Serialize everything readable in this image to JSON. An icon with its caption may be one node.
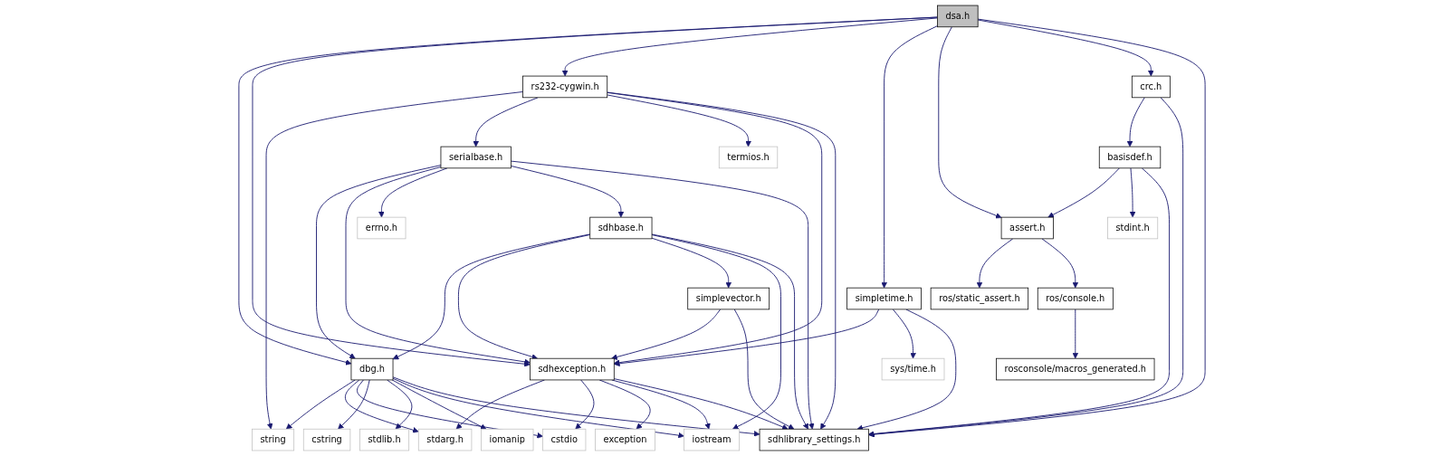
{
  "diagram": {
    "nodes": [
      {
        "text": [
          "dsa.h"
        ]
      },
      {
        "text": [
          "rs232-cygwin.h"
        ]
      },
      {
        "text": [
          "crc.h"
        ]
      },
      {
        "text": [
          "serialbase.h"
        ]
      },
      {
        "text": [
          "termios.h"
        ]
      },
      {
        "text": [
          "basisdef.h"
        ]
      },
      {
        "text": [
          "sdhbase.h"
        ]
      },
      {
        "text": [
          "errno.h"
        ]
      },
      {
        "text": [
          "assert.h"
        ]
      },
      {
        "text": [
          "stdint.h"
        ]
      },
      {
        "text": [
          "dbg.h"
        ]
      },
      {
        "text": [
          "simplevector.h"
        ]
      },
      {
        "text": [
          "simpletime.h"
        ]
      },
      {
        "text": [
          "ros/static_assert.h"
        ]
      },
      {
        "text": [
          "ros/console.h"
        ]
      },
      {
        "text": [
          "string"
        ]
      },
      {
        "text": [
          "cstring"
        ]
      },
      {
        "text": [
          "stdlib.h"
        ]
      },
      {
        "text": [
          "iomanip"
        ]
      },
      {
        "text": [
          "sdhexception.h"
        ]
      },
      {
        "text": [
          "sys/time.h"
        ]
      },
      {
        "text": [
          "rosconsole/macros_generated.h"
        ]
      },
      {
        "text": [
          "stdarg.h"
        ]
      },
      {
        "text": [
          "cstdio"
        ]
      },
      {
        "text": [
          "exception"
        ]
      },
      {
        "text": [
          "iostream"
        ]
      },
      {
        "text": [
          "sdhlibrary_settings.h"
        ]
      }
    ],
    "edges": [
      {
        "from": 0,
        "to": 10,
        "arrow": "to"
      },
      {
        "from": 0,
        "to": 19,
        "arrow": "to"
      },
      {
        "from": 0,
        "to": 1,
        "arrow": "to"
      },
      {
        "from": 0,
        "to": 12,
        "arrow": "to"
      },
      {
        "from": 0,
        "to": 8,
        "arrow": "to"
      },
      {
        "from": 0,
        "to": 2,
        "arrow": "to"
      },
      {
        "from": 0,
        "to": 26,
        "arrow": "to"
      },
      {
        "from": 1,
        "to": 15,
        "arrow": "to"
      },
      {
        "from": 1,
        "to": 3,
        "arrow": "to"
      },
      {
        "from": 1,
        "to": 4,
        "arrow": "to"
      },
      {
        "from": 1,
        "to": 19,
        "arrow": "to"
      },
      {
        "from": 1,
        "to": 26,
        "arrow": "to"
      },
      {
        "from": 2,
        "to": 5,
        "arrow": "to"
      },
      {
        "from": 2,
        "to": 26,
        "arrow": "to"
      },
      {
        "from": 5,
        "to": 8,
        "arrow": "to"
      },
      {
        "from": 5,
        "to": 9,
        "arrow": "to"
      },
      {
        "from": 5,
        "to": 26,
        "arrow": "to"
      },
      {
        "from": 3,
        "to": 10,
        "arrow": "to"
      },
      {
        "from": 3,
        "to": 19,
        "arrow": "to"
      },
      {
        "from": 3,
        "to": 7,
        "arrow": "to"
      },
      {
        "from": 3,
        "to": 6,
        "arrow": "to"
      },
      {
        "from": 3,
        "to": 26,
        "arrow": "to"
      },
      {
        "from": 6,
        "to": 10,
        "arrow": "to"
      },
      {
        "from": 6,
        "to": 19,
        "arrow": "to"
      },
      {
        "from": 6,
        "to": 11,
        "arrow": "to"
      },
      {
        "from": 6,
        "to": 25,
        "arrow": "to"
      },
      {
        "from": 6,
        "to": 26,
        "arrow": "to"
      },
      {
        "from": 11,
        "to": 19,
        "arrow": "to"
      },
      {
        "from": 11,
        "to": 26,
        "arrow": "to"
      },
      {
        "from": 12,
        "to": 19,
        "arrow": "to"
      },
      {
        "from": 12,
        "to": 20,
        "arrow": "to"
      },
      {
        "from": 12,
        "to": 26,
        "arrow": "to"
      },
      {
        "from": 8,
        "to": 13,
        "arrow": "to"
      },
      {
        "from": 8,
        "to": 14,
        "arrow": "to"
      },
      {
        "from": 14,
        "to": 21,
        "arrow": "to"
      },
      {
        "from": 10,
        "to": 15,
        "arrow": "to"
      },
      {
        "from": 10,
        "to": 22,
        "arrow": "to"
      },
      {
        "from": 10,
        "to": 23,
        "arrow": "to"
      },
      {
        "from": 10,
        "to": 16,
        "arrow": "to"
      },
      {
        "from": 10,
        "to": 17,
        "arrow": "to"
      },
      {
        "from": 10,
        "to": 18,
        "arrow": "to"
      },
      {
        "from": 10,
        "to": 25,
        "arrow": "to"
      },
      {
        "from": 10,
        "to": 26,
        "arrow": "to"
      },
      {
        "from": 19,
        "to": 22,
        "arrow": "to"
      },
      {
        "from": 19,
        "to": 23,
        "arrow": "to"
      },
      {
        "from": 19,
        "to": 24,
        "arrow": "to"
      },
      {
        "from": 19,
        "to": 25,
        "arrow": "to"
      },
      {
        "from": 19,
        "to": 26,
        "arrow": "to"
      }
    ]
  }
}
